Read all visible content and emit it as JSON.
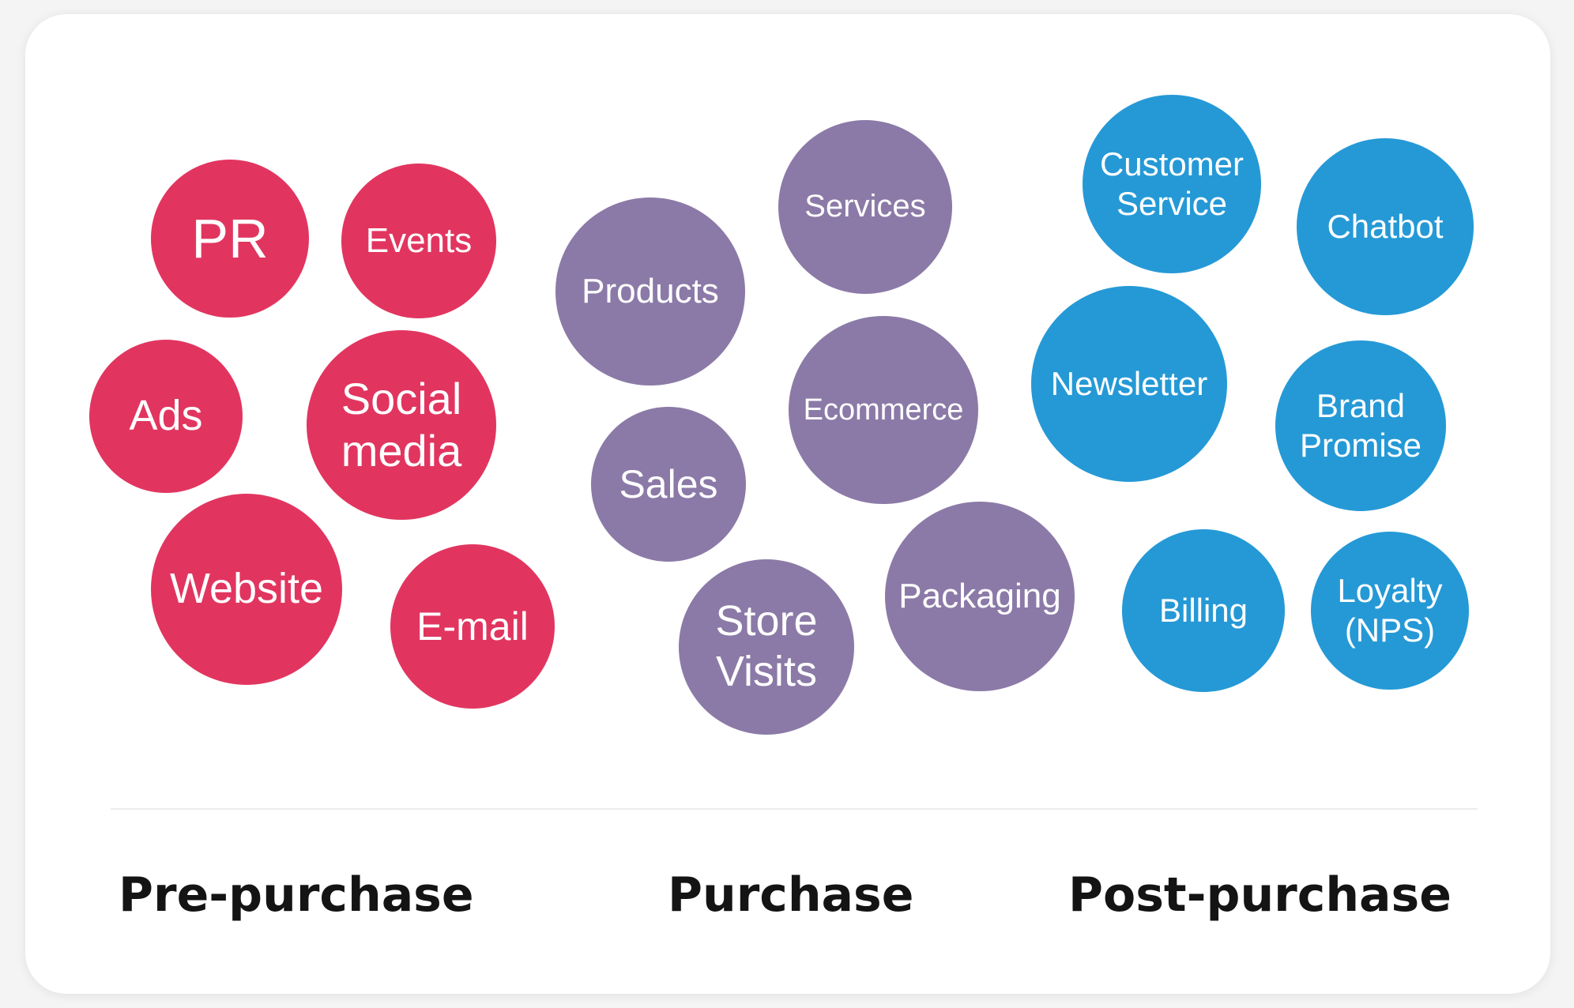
{
  "colors": {
    "pre_purchase": "#e1355f",
    "purchase": "#8b7aa7",
    "post_purchase": "#2599d6"
  },
  "stages": {
    "pre_purchase": "Pre-purchase",
    "purchase": "Purchase",
    "post_purchase": "Post-purchase"
  },
  "bubbles": {
    "pr": "PR",
    "events": "Events",
    "ads": "Ads",
    "social_media": "Social\nmedia",
    "website": "Website",
    "email": "E-mail",
    "products": "Products",
    "services": "Services",
    "ecommerce": "Ecommerce",
    "sales": "Sales",
    "store_visits": "Store\nVisits",
    "packaging": "Packaging",
    "customer_service": "Customer\nService",
    "chatbot": "Chatbot",
    "newsletter": "Newsletter",
    "brand_promise": "Brand\nPromise",
    "billing": "Billing",
    "loyalty_nps": "Loyalty\n(NPS)"
  }
}
